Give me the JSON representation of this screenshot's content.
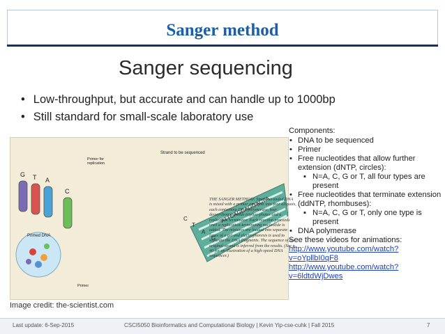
{
  "slide": {
    "title": "Sanger method",
    "content_title": "Sanger sequencing",
    "bullets": [
      "Low-throughput, but accurate and can handle up to 1000bp",
      "Still standard for small-scale laboratory use"
    ]
  },
  "figure": {
    "strand_label": "Strand to be sequenced",
    "primer_label": "Primer for replication",
    "tube_labels": [
      "G",
      "T",
      "A",
      "C"
    ],
    "primed_dna_label": "Primed DNA",
    "gel_letters": [
      "C",
      "T",
      "A",
      "G"
    ],
    "gel_sequence": "ATTCAGCAGGAC7A",
    "primer_small": "Primer",
    "caption": "THE SANGER METHOD: Single-stranded DNA is mixed with a primer and split into four aliquots, each containing DNA polymerase, four deoxyribonucleotide triphos-phates and a replication terminator. Each reaction proceeds until a replication-terminating nucleotide is added. The mixtures are loaded into separate lanes of a gel and electrophoresis is used to separate the DNA fragments. The sequence of the original strand is inferred from the results. (See p. 40 for an illustration of a high-speed DNA sequencer.)",
    "credit": "Image credit: the-scientist.com"
  },
  "components": {
    "heading": "Components:",
    "items": [
      {
        "text": "DNA to be sequenced"
      },
      {
        "text": "Primer"
      },
      {
        "text": "Free nucleotides that allow further extension (dNTP, circles):",
        "sub": "N=A, C, G or T, all four types are present"
      },
      {
        "text": "Free nucleotides that terminate extension (ddNTP, rhombuses):",
        "sub": "N=A, C, G or T, only one type is present"
      },
      {
        "text": "DNA polymerase"
      }
    ],
    "see_also": "See these videos for animations:",
    "links": [
      "http://www.youtube.com/watch?v=oYpllbI0qF8",
      "http://www.youtube.com/watch?v=6ldtdWjDwes"
    ]
  },
  "footer": {
    "last_update": "Last update: 6-Sep-2015",
    "course": "CSCI5050 Bioinformatics and Computational Biology | Kevin Yip-cse-cuhk | Fall 2015",
    "page": "7"
  },
  "colors": {
    "title_blue": "#1a5fa8",
    "header_band": "#1f2f4f",
    "link_blue": "#1a3fbf",
    "bead_red": "#d8443a",
    "bead_orange": "#f0a23a",
    "gel_green": "#5fae9c"
  }
}
